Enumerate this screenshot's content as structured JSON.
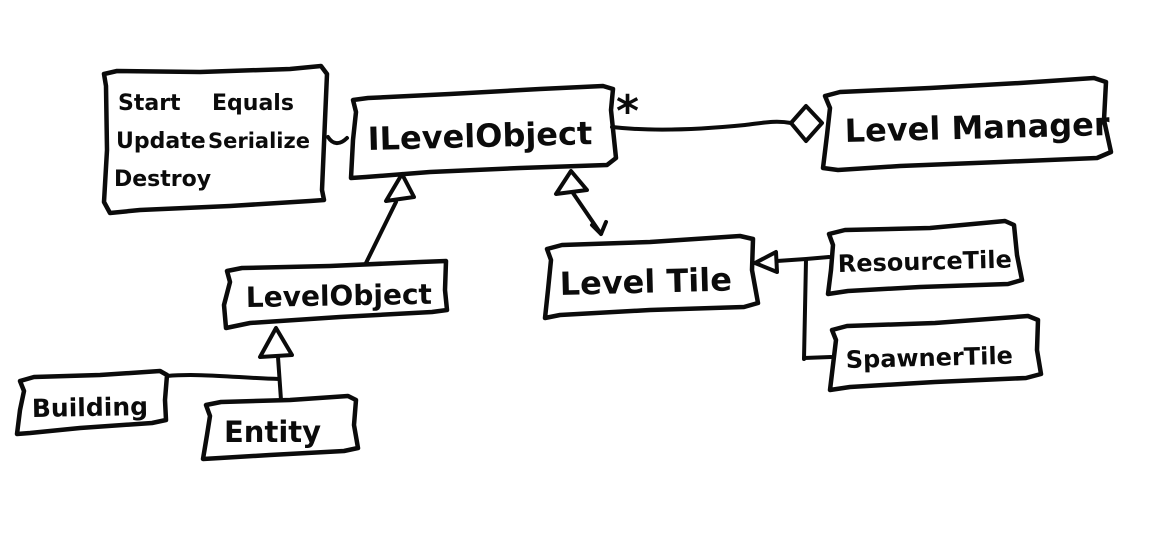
{
  "classes": {
    "ilevelobject": {
      "label": "ILevelObject"
    },
    "levelmanager": {
      "label": "Level Manager"
    },
    "levelobject": {
      "label": "LevelObject"
    },
    "leveltile": {
      "label": "Level Tile"
    },
    "resourcetile": {
      "label": "ResourceTile"
    },
    "spawnertile": {
      "label": "SpawnerTile"
    },
    "building": {
      "label": "Building"
    },
    "entity": {
      "label": "Entity"
    }
  },
  "interface_note": {
    "col1": [
      "Start",
      "Update",
      "Destroy"
    ],
    "col2": [
      "Equals",
      "Serialize"
    ]
  },
  "relations": {
    "levelmanager_aggregation_multiplicity": "*"
  },
  "colors": {
    "ink": "#0b0b0b",
    "background": "#ffffff"
  }
}
